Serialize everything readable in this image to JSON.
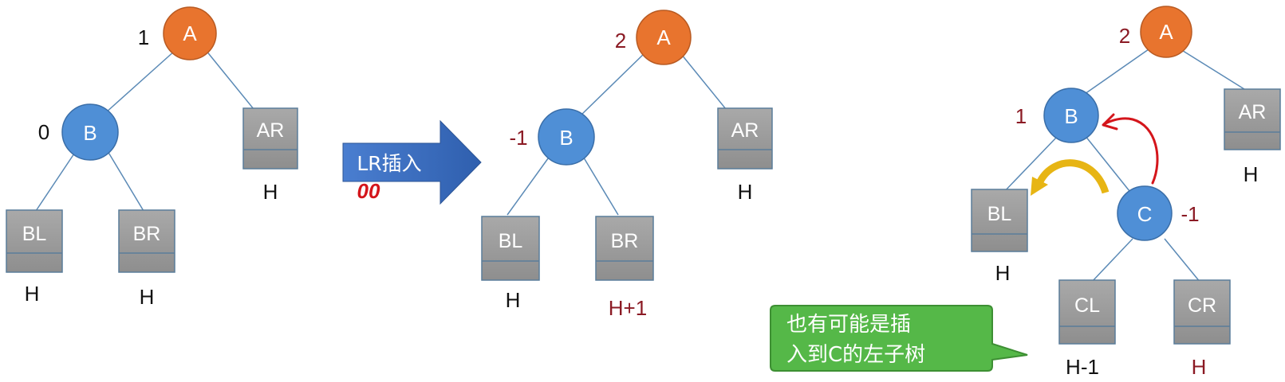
{
  "colors": {
    "root_node": "#e8742e",
    "inner_node": "#4f8fd6",
    "subtree_box": "#9a9a9a",
    "edge": "#5b8ab6",
    "arrow": "#3a67b8",
    "callout": "#55b848",
    "red_text": "#8b1a24",
    "handwriting_red": "#d4151b",
    "rotate_arrow_yellow": "#e7b514"
  },
  "panel1": {
    "node_a": "A",
    "node_b": "B",
    "sub_bl": "BL",
    "sub_br": "BR",
    "sub_ar": "AR",
    "bf_a": "1",
    "bf_b": "0",
    "h_bl": "H",
    "h_br": "H",
    "h_ar": "H"
  },
  "transition": {
    "arrow_label": "LR插入",
    "handwritten_note": "00"
  },
  "panel2": {
    "node_a": "A",
    "node_b": "B",
    "sub_bl": "BL",
    "sub_br": "BR",
    "sub_ar": "AR",
    "bf_a": "2",
    "bf_b": "-1",
    "h_bl": "H",
    "h_br": "H+1",
    "h_ar": "H"
  },
  "panel3": {
    "node_a": "A",
    "node_b": "B",
    "node_c": "C",
    "sub_bl": "BL",
    "sub_ar": "AR",
    "sub_cl": "CL",
    "sub_cr": "CR",
    "bf_a": "2",
    "bf_b": "1",
    "bf_c": "-1",
    "h_bl": "H",
    "h_ar": "H",
    "h_cl": "H-1",
    "h_cr": "H"
  },
  "callout": {
    "line1": "也有可能是插",
    "line2": "入到C的左子树"
  }
}
